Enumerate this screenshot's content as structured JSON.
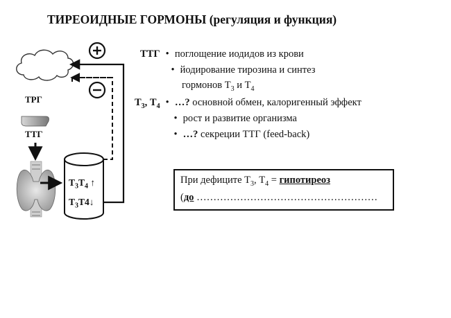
{
  "title": "ТИРЕОИДНЫЕ ГОРМОНЫ (регуляция и функция)",
  "diagram": {
    "trg_label": "ТРГ",
    "ttg_label": "ТТГ",
    "cyl_line1": "Т3Т4↑",
    "cyl_line2": "Т3Т4↓",
    "plus_sign": "+",
    "minus_sign": "−"
  },
  "text": {
    "ttg_head": "ТТГ",
    "ttg_item1": "поглощение иодидов из крови",
    "ttg_item2": "йодирование тирозина и синтез",
    "ttg_item2_cont": "гормонов Т3 и Т4",
    "t3t4_head": "Т3, Т4",
    "t3t4_item1_q": "…?",
    "t3t4_item1": "основной обмен, калоригенный эффект",
    "t3t4_item2": "рост и развитие организма",
    "t3t4_item3_q": "…?",
    "t3t4_item3": "секреции ТТГ (feed-back)",
    "bullet": "•"
  },
  "box": {
    "line1_prefix": "При дефиците Т3, Т4 =",
    "line1_term": "гипотиреоз",
    "line2_open": "(",
    "line2_term": "до",
    "line2_dots": "………………………………………………"
  }
}
